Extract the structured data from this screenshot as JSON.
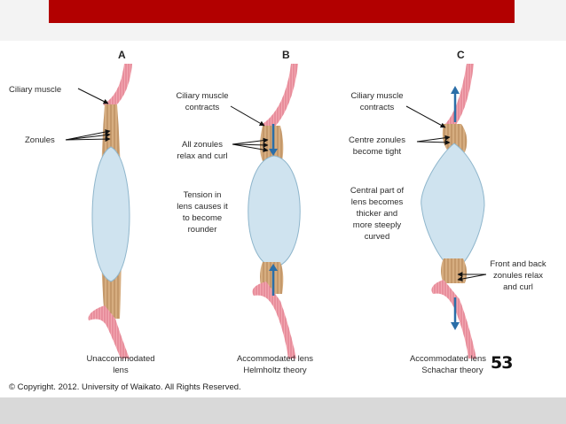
{
  "panels": [
    {
      "letter": "A",
      "labels": [
        "Ciliary muscle",
        "Zonules"
      ],
      "caption": [
        "Unaccommodated",
        "lens"
      ]
    },
    {
      "letter": "B",
      "labels": [
        "Ciliary muscle",
        "contracts",
        "All zonules",
        "relax and curl",
        "Tension in",
        "lens causes it",
        "to become",
        "rounder"
      ],
      "caption": [
        "Accommodated lens",
        "Helmholtz theory"
      ]
    },
    {
      "letter": "C",
      "labels": [
        "Ciliary muscle",
        "contracts",
        "Centre zonules",
        "become tight",
        "Central part of",
        "lens becomes",
        "thicker and",
        "more steeply",
        "curved",
        "Front and back",
        "zonules relax",
        "and curl"
      ],
      "caption": [
        "Accommodated lens",
        "Schachar theory"
      ]
    }
  ],
  "copyright": "© Copyright. 2012. University of Waikato. All Rights Reserved.",
  "slide_number": "53",
  "colors": {
    "header_bar": "#b20000",
    "lens_fill": "#cfe3ef",
    "zonule": "#c8996a",
    "muscle": "#e88f9c",
    "arrow": "#2a6ea8",
    "bottom_band": "#d9d9d9"
  }
}
